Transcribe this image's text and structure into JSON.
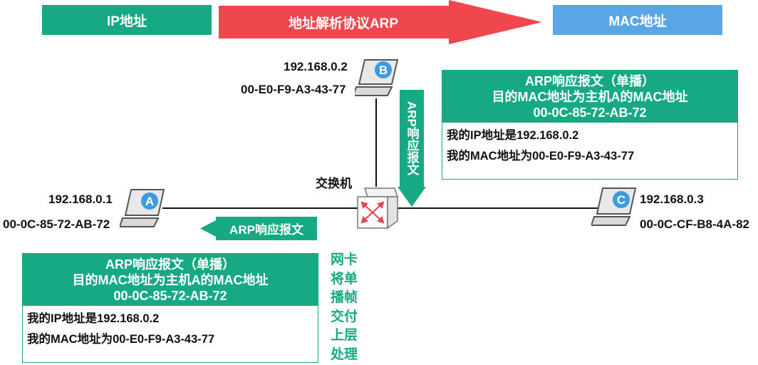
{
  "banners": {
    "left": "IP地址",
    "arrow": "地址解析协议ARP",
    "right": "MAC地址"
  },
  "hosts": {
    "a": {
      "letter": "A",
      "ip": "192.168.0.1",
      "mac": "00-0C-85-72-AB-72"
    },
    "b": {
      "letter": "B",
      "ip": "192.168.0.2",
      "mac": "00-E0-F9-A3-43-77"
    },
    "c": {
      "letter": "C",
      "ip": "192.168.0.3",
      "mac": "00-0C-CF-B8-4A-82"
    }
  },
  "switch_label": "交换机",
  "packet_labels": {
    "down": "ARP响应报文",
    "left": "ARP响应报文"
  },
  "panels": {
    "top": {
      "title": "ARP响应报文（单播）",
      "subtitle": "目的MAC地址为主机A的MAC地址",
      "dest_mac": "00-0C-85-72-AB-72",
      "line1": "我的IP地址是192.168.0.2",
      "line2": "我的MAC地址为00-E0-F9-A3-43-77"
    },
    "bottom": {
      "title": "ARP响应报文（单播）",
      "subtitle": "目的MAC地址为主机A的MAC地址",
      "dest_mac": "00-0C-85-72-AB-72",
      "line1": "我的IP地址是192.168.0.2",
      "line2": "我的MAC地址为00-E0-F9-A3-43-77"
    }
  },
  "nic_note": "网卡将单播帧交付上层处理",
  "colors": {
    "teal": "#17a983",
    "red": "#f0464d",
    "blue": "#5aa5e6",
    "laptop_blue": "#3e9be0"
  }
}
